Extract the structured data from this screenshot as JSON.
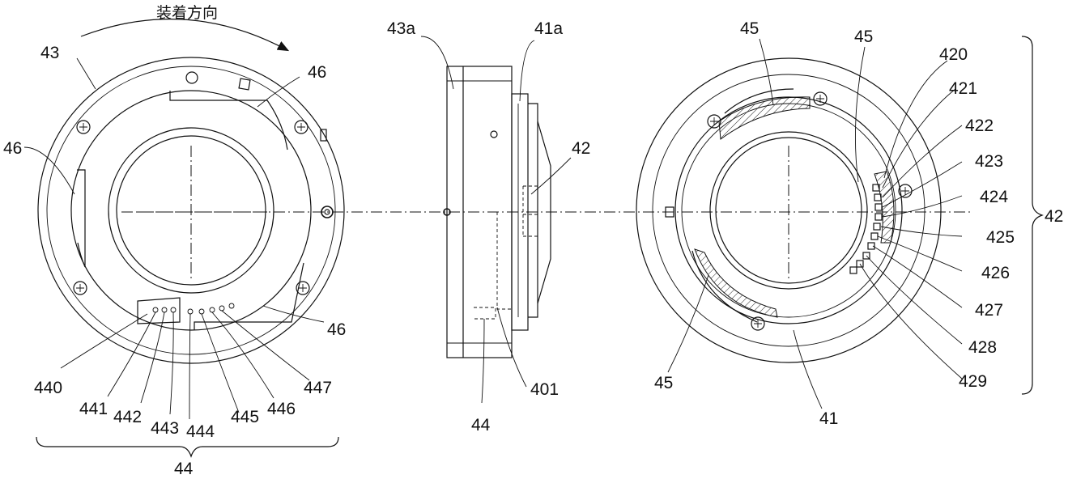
{
  "direction_label": "装着方向",
  "labels": {
    "l43": "43",
    "l46a": "46",
    "l46b": "46",
    "l46c": "46",
    "l440": "440",
    "l441": "441",
    "l442": "442",
    "l443": "443",
    "l444": "444",
    "l445": "445",
    "l446": "446",
    "l447": "447",
    "l44_left": "44",
    "l43a": "43a",
    "l41a": "41a",
    "l42_mid": "42",
    "l401": "401",
    "l44_mid": "44",
    "l45a": "45",
    "l45b": "45",
    "l45c": "45",
    "l41": "41",
    "l420": "420",
    "l421": "421",
    "l422": "422",
    "l423": "423",
    "l424": "424",
    "l425": "425",
    "l426": "426",
    "l427": "427",
    "l428": "428",
    "l429": "429",
    "l42_right": "42"
  }
}
